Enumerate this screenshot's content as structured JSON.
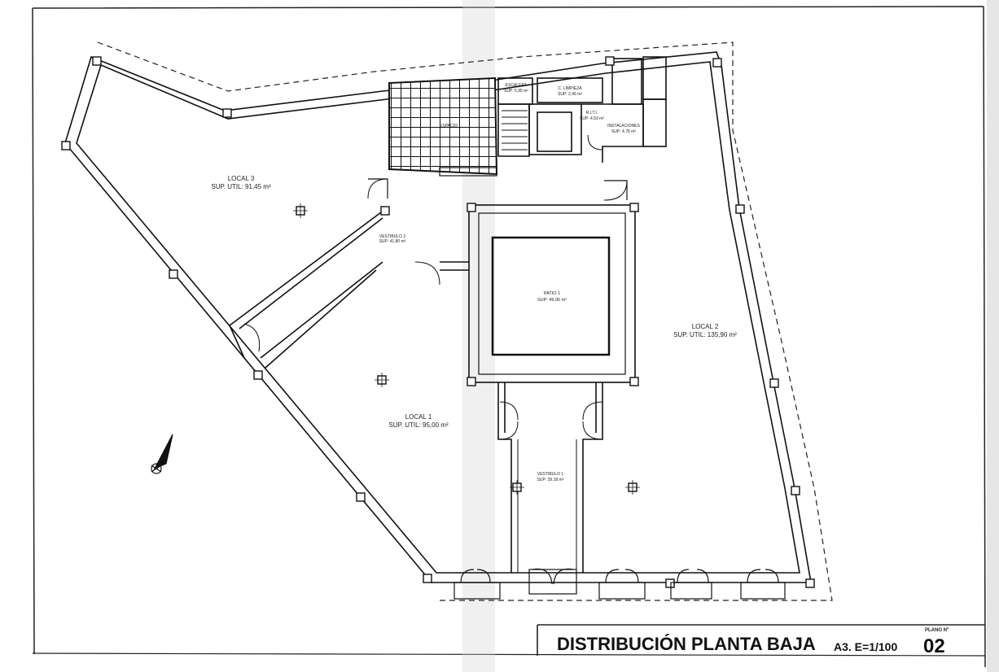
{
  "plan": {
    "rooms": {
      "local3": {
        "name": "LOCAL 3",
        "area": "SUP. UTIL: 91,45 m²"
      },
      "local1": {
        "name": "LOCAL 1",
        "area": "SUP. UTIL: 95,00 m²"
      },
      "local2": {
        "name": "LOCAL 2",
        "area": "SUP. UTIL: 135,90 m²"
      },
      "patio1": {
        "name": "PATIO 1",
        "area": "SUP: 49,90 m²"
      },
      "vestibulo2": {
        "name": "VESTIBULO 2",
        "area": "SUP: 41,80 m²"
      },
      "vestibulo1": {
        "name": "VESTIBULO 1",
        "area": "SUP: 39,18 m²"
      },
      "escalera": {
        "name": "ESCALERA",
        "area": "SUP: 5,95 m²"
      },
      "limpieza": {
        "name": "C. LIMPIEZA",
        "area": "SUP: 2,45 m²"
      },
      "rit": {
        "name": "R.I.T.I.",
        "area": "SUP: 4,53 m²"
      },
      "instalaciones": {
        "name": "INSTALACIONES",
        "area": "SUP: 4,78 m²"
      }
    }
  },
  "title_block": {
    "title": "DISTRIBUCIÓN PLANTA BAJA",
    "scale": "A3. E=1/100",
    "plano_label": "PLANO Nº",
    "plano_number": "02"
  },
  "colors": {
    "ink": "#111111",
    "paper": "#ffffff"
  }
}
